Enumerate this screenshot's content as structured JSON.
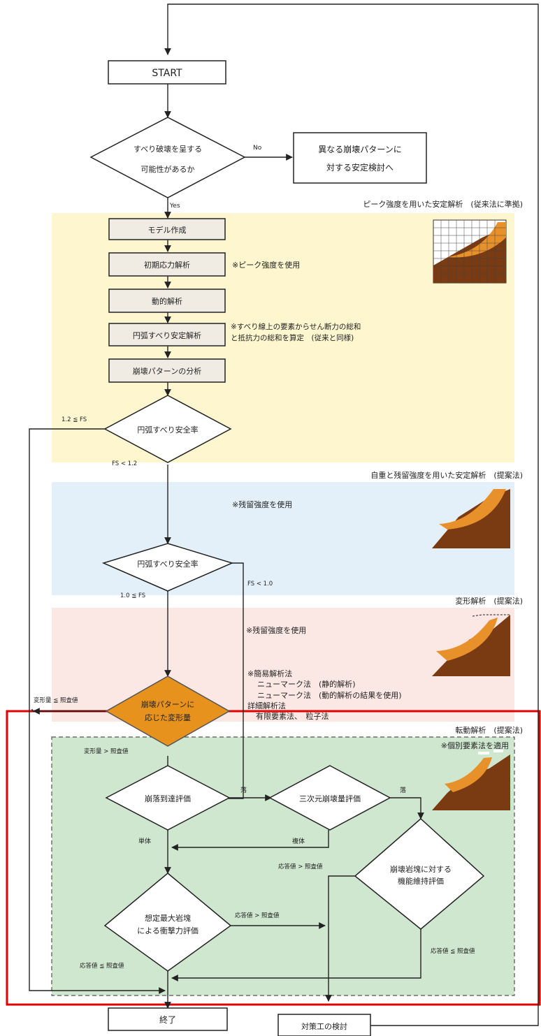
{
  "labels": {
    "start": "START",
    "d1_line1": "すべり破壊を呈する",
    "d1_line2": "可能性があるか",
    "d1_no": "No",
    "d1_yes": "Yes",
    "alt_line1": "異なる崩壊パターンに",
    "alt_line2": "対する安定検討へ",
    "sec1_title": "ピーク強度を用いた安定解析　(従来法に準拠)",
    "model": "モデル作成",
    "initial_stress": "初期応力解析",
    "initial_note": "※ピーク強度を使用",
    "dynamic": "動的解析",
    "circular_slip": "円弧すべり安定解析",
    "circular_note_1": "※すべり線上の要素からせん断力の総和",
    "circular_note_2": "と抵抗力の総和を算定　(従来と同様)",
    "pattern": "崩壊パターンの分析",
    "fs_diamond_1": "円弧すべり安全率",
    "fs1_ge": "1.2 ≦ FS",
    "fs1_lt": "FS < 1.2",
    "sec2_title": "自重と残留強度を用いた安定解析　(提案法)",
    "residual_note_1": "※残留強度を使用",
    "fs_diamond_2": "円弧すべり安全率",
    "fs2_lt": "FS < 1.0",
    "fs2_ge": "1.0 ≦ FS",
    "sec3_title": "変形解析　(提案法)",
    "residual_note_2": "※残留強度を使用",
    "deform_line1": "崩壊パターンに",
    "deform_line2": "応じた変形量",
    "deform_ok": "変形量 ≦ 照査値",
    "deform_ng": "変形量 > 照査値",
    "method_1": "※簡易解析法",
    "method_2": "ニューマーク法　(静的解析)",
    "method_3": "ニューマーク法　(動的解析の結果を使用)",
    "method_4": "詳細解析法",
    "method_5": "有限要素法、　粒子法",
    "sec4_title": "転動解析　(提案法)",
    "sec4_sub": "※個別要素法を適用",
    "collapse_speed": "崩落到達評価",
    "to_3d": "落",
    "volume3d": "三次元崩壊量評価",
    "from_3d": "落",
    "single": "単体",
    "multiple": "複体",
    "resp_gt_a": "応答値 > 照査値",
    "equip_line1": "崩壊岩塊に対する",
    "equip_line2": "機能維持評価",
    "impact_line1": "想定最大岩塊",
    "impact_line2": "による衝撃力評価",
    "resp_gt_b": "応答値 > 照査値",
    "resp_le_a": "応答値 ≦ 照査値",
    "resp_le_b": "応答値 ≦ 照査値",
    "end": "終了",
    "countermeasure": "対策工の検討"
  },
  "colors": {
    "peak_section": "#fdf6cf",
    "residual_section": "#e4f0f9",
    "deform_section": "#fbe7e3",
    "rolling_section": "#cfe6cf",
    "box_fill": "#f0ece4",
    "orange_diamond": "#e8921e",
    "highlight": "#e00000",
    "slope_dark": "#7a3a12",
    "slope_light": "#e8912a"
  }
}
